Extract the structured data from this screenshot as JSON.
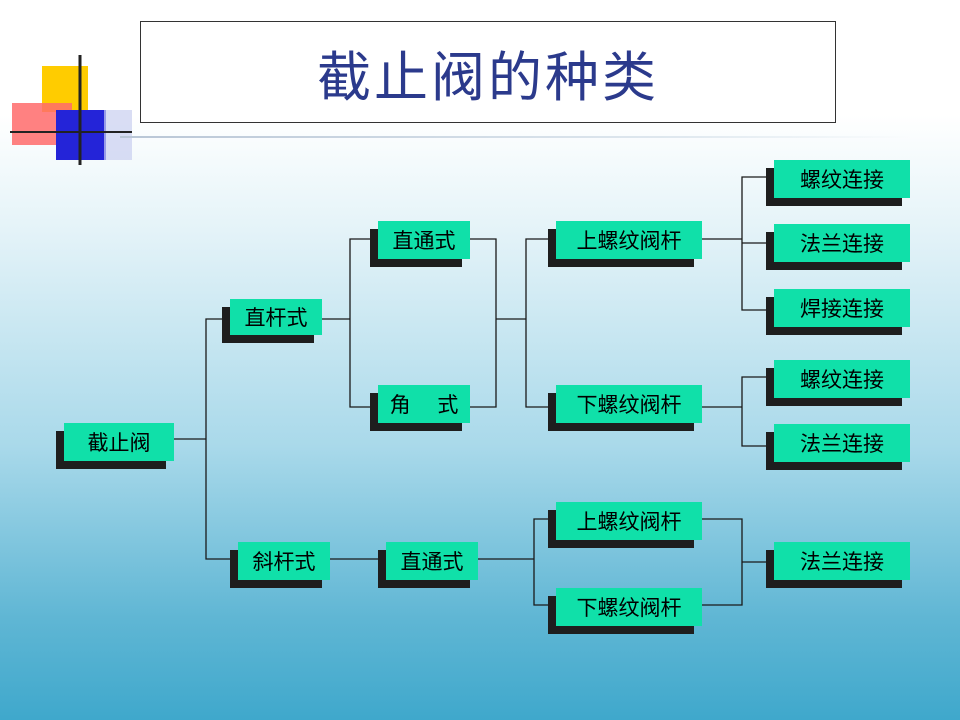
{
  "title": "截止阀的种类",
  "colors": {
    "node_fill": "#10e0a9",
    "node_shadow": "#1e1e1e",
    "title_text": "#2b3a8c",
    "line": "#1a1a1a"
  },
  "nodes": {
    "root": "截止阀",
    "straight_stem": "直杆式",
    "oblique_stem": "斜杆式",
    "ss_straight_through": "直通式",
    "ss_angle": "角    式",
    "os_straight_through": "直通式",
    "ss_upper_thread": "上螺纹阀杆",
    "ss_lower_thread": "下螺纹阀杆",
    "os_upper_thread": "上螺纹阀杆",
    "os_lower_thread": "下螺纹阀杆",
    "ut_thread_conn": "螺纹连接",
    "ut_flange_conn": "法兰连接",
    "ut_weld_conn": "焊接连接",
    "lt_thread_conn": "螺纹连接",
    "lt_flange_conn": "法兰连接",
    "os_flange_conn": "法兰连接"
  }
}
